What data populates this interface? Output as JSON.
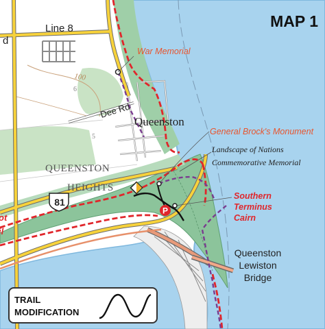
{
  "map": {
    "title": "MAP 1",
    "colors": {
      "water": "#a8d3ee",
      "water_edge": "#7fb8de",
      "land": "#ffffff",
      "forest": "#c9e3c5",
      "escarpment": "#8cc49b",
      "road_yellow": "#f7d23b",
      "road_casing": "#6b6b6b",
      "trail_red": "#e0262b",
      "trail_purple": "#7a3c8f",
      "label_red": "#e8552e",
      "label_dark": "#222222",
      "contour": "#c9a17a"
    },
    "labels": {
      "road_line8": "Line 8",
      "road_dee": "Dee Rd",
      "town_queenston": "Queenston",
      "heights_line1": "QUEENSTON",
      "heights_line2": "HEIGHTS",
      "highway_shield": "81",
      "war_memorial": "War Memorial",
      "brock_monument": "General Brock's Monument",
      "landscape_line1": "Landscape of Nations",
      "landscape_line2": "Commemorative Memorial",
      "terminus_line1": "Southern",
      "terminus_line2": "Terminus",
      "terminus_line3": "Cairn",
      "bridge_line1": "Queenston",
      "bridge_line2": "Lewiston",
      "bridge_line3": "Bridge",
      "parking": "P",
      "contour_100": "100",
      "edge_fragment_d": "d",
      "edge_fragment_ot": "ot",
      "edge_fragment_il": "il",
      "grid_6": "6",
      "grid_5": "5"
    },
    "legend": {
      "line1": "TRAIL",
      "line2": "MODIFICATION",
      "icon": "sine-wave-icon"
    }
  }
}
